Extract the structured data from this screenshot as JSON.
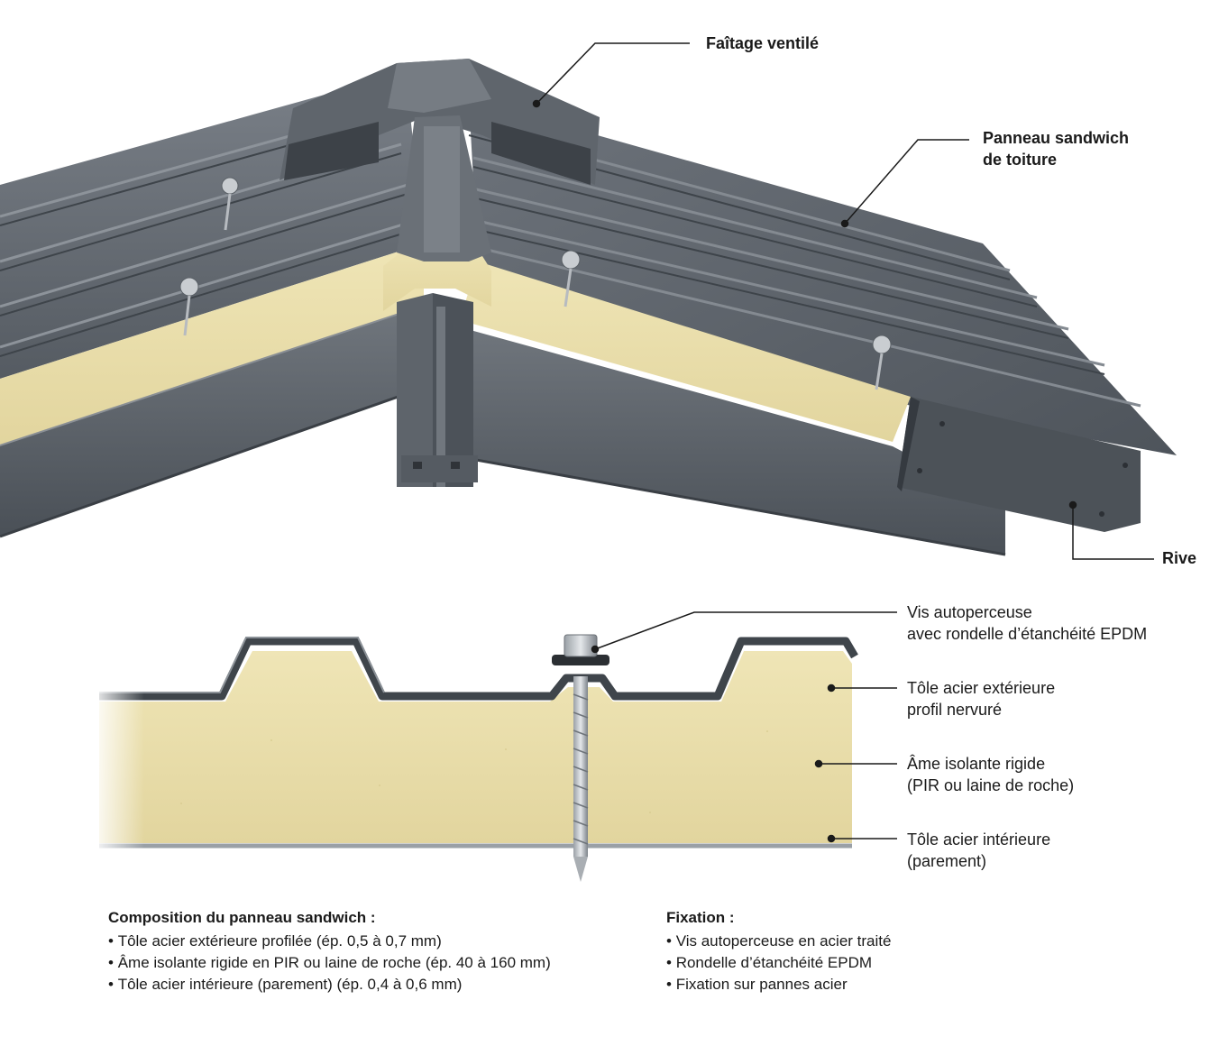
{
  "colors": {
    "steel": "#5b6168",
    "steel_light": "#7a8088",
    "steel_dark": "#3c4147",
    "insulation": "#ece1ae",
    "insulation_shade": "#d8ca8c",
    "leader": "#1a1a1a"
  },
  "roof_labels": {
    "ridge": "Faîtage ventilé",
    "panel_line1": "Panneau sandwich",
    "panel_line2": "de toiture",
    "edge": "Rive"
  },
  "section_labels": {
    "screw_line1": "Vis autoperceuse",
    "screw_line2": "avec rondelle d’étanchéité EPDM",
    "outer_line1": "Tôle acier extérieure",
    "outer_line2": "profil nervuré",
    "core_line1": "Âme isolante rigide",
    "core_line2": "(PIR ou laine de roche)",
    "inner_line1": "Tôle acier intérieure",
    "inner_line2": "(parement)"
  },
  "composition": {
    "title": "Composition du panneau sandwich :",
    "items": [
      "Tôle acier extérieure profilée (ép. 0,5 à 0,7 mm)",
      "Âme isolante rigide en PIR ou laine de roche (ép. 40 à 160 mm)",
      "Tôle acier intérieure (parement) (ép. 0,4 à 0,6 mm)"
    ]
  },
  "fixation": {
    "title": "Fixation :",
    "items": [
      "Vis autoperceuse en acier traité",
      "Rondelle d’étanchéité EPDM",
      "Fixation sur pannes acier"
    ]
  }
}
